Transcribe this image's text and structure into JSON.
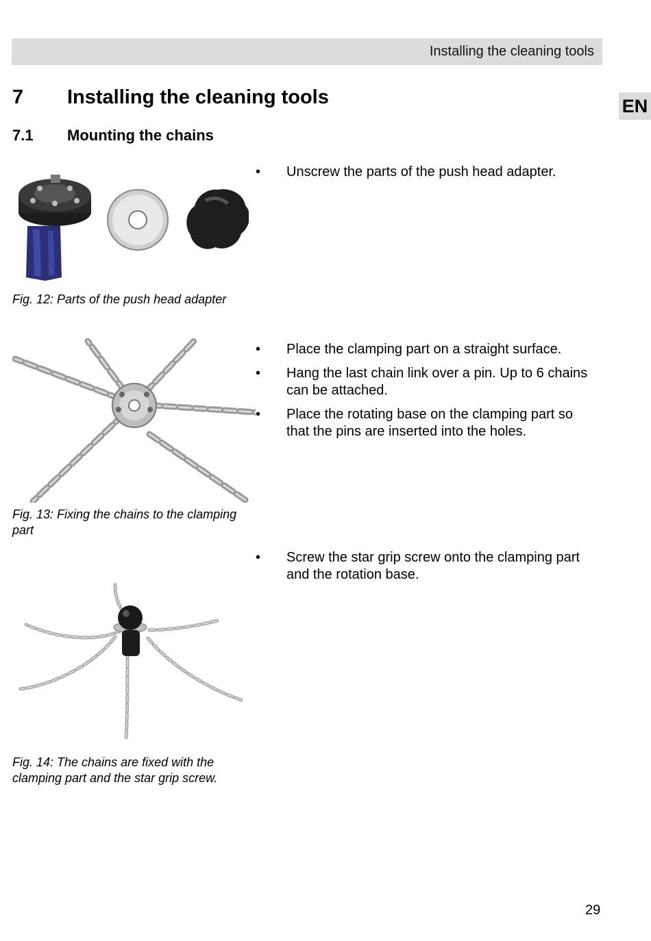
{
  "header": {
    "running_title": "Installing the cleaning tools"
  },
  "lang_tab": "EN",
  "section": {
    "number": "7",
    "title": "Installing the cleaning tools"
  },
  "subsection": {
    "number": "7.1",
    "title": "Mounting the chains"
  },
  "steps": [
    {
      "bullets": [
        "Unscrew the parts of the push head adapter."
      ],
      "caption": "Fig. 12: Parts of the push head adapter"
    },
    {
      "bullets": [
        "Place the clamping part on a straight surface.",
        "Hang the last chain link over a pin. Up to 6 chains can be attached.",
        "Place the rotating base on the clamping part so that the pins are inserted into the holes."
      ],
      "caption": "Fig. 13: Fixing the chains to the clamping part"
    },
    {
      "bullets": [
        "Screw the star grip screw onto the clamping part and the rotation base."
      ],
      "caption": "Fig. 14: The chains are fixed with the clamping part and the star grip screw."
    }
  ],
  "page_number": "29",
  "bullet_glyph": "•"
}
